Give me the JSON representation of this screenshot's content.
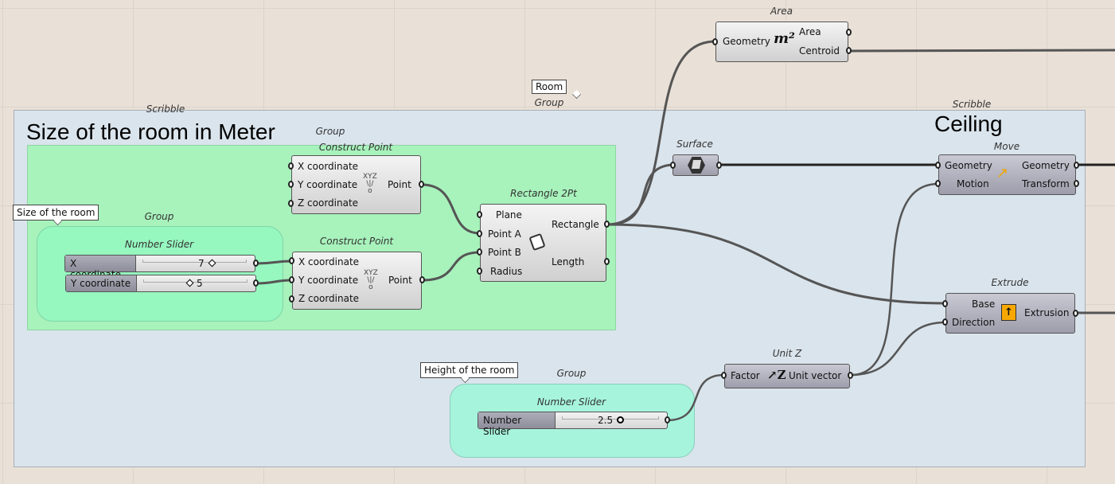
{
  "canvas": {
    "room_tooltip": "Room",
    "room_group_label": "Group",
    "scribble_size": {
      "label": "Scribble",
      "text": "Size of the room in Meter"
    },
    "scribble_ceiling": {
      "label": "Scribble",
      "text": "Ceiling"
    },
    "green_group_label": "Group",
    "size_group": {
      "label": "Group",
      "tooltip": "Size of the room",
      "slider_label": "Number Slider",
      "sliders": [
        {
          "name": "X coordinate",
          "value": "7"
        },
        {
          "name": "Y coordinate",
          "value": "5"
        }
      ]
    },
    "height_group": {
      "label": "Group",
      "tooltip": "Height of the room",
      "slider_label": "Number Slider",
      "slider": {
        "name": "Number Slider",
        "value": "2.5"
      }
    },
    "construct_point_1": {
      "label": "Construct Point",
      "inputs": [
        "X coordinate",
        "Y coordinate",
        "Z coordinate"
      ],
      "output": "Point",
      "icon": "xyz-point-icon"
    },
    "construct_point_2": {
      "label": "Construct Point",
      "inputs": [
        "X coordinate",
        "Y coordinate",
        "Z coordinate"
      ],
      "output": "Point",
      "icon": "xyz-point-icon"
    },
    "rectangle": {
      "label": "Rectangle 2Pt",
      "inputs": [
        "Plane",
        "Point A",
        "Point B",
        "Radius"
      ],
      "outputs": [
        "Rectangle",
        "Length"
      ]
    },
    "surface": {
      "label": "Surface"
    },
    "area": {
      "label": "Area",
      "input": "Geometry",
      "icon_text": "m²",
      "outputs": [
        "Area",
        "Centroid"
      ]
    },
    "move": {
      "label": "Move",
      "inputs": [
        "Geometry",
        "Motion"
      ],
      "outputs": [
        "Geometry",
        "Transform"
      ]
    },
    "extrude": {
      "label": "Extrude",
      "inputs": [
        "Base",
        "Direction"
      ],
      "output": "Extrusion"
    },
    "unit_z": {
      "label": "Unit Z",
      "input": "Factor",
      "output": "Unit vector"
    }
  },
  "colors": {
    "canvas": "#e9e0d7",
    "room_group": "#dae4ec",
    "green_group": "#a8f2bc",
    "size_group": "#96f7bf",
    "height_group": "#a6f4dc",
    "wire": "#555555"
  }
}
